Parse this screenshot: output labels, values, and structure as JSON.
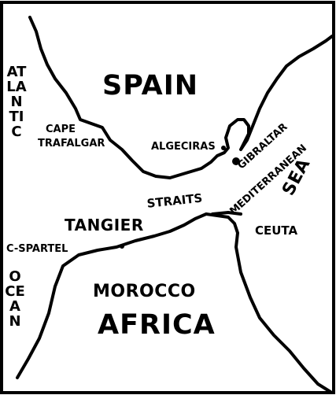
{
  "labels": {
    "spain": "SPAIN",
    "cape": "CAPE",
    "trafalgar": "TRAFALGAR",
    "algeciras": "ALGECIRAS",
    "gibraltar": "GIBRALTAR",
    "mediterranean": "MEDITERRANEAN",
    "sea": "SEA",
    "straits": "STRAITS",
    "tangier": "TANGIER",
    "ceuta": "CEUTA",
    "c_spartel": "C-SPARTEL",
    "morocco": "MOROCCO",
    "africa": "AFRICA",
    "atlantic": "ATLANTIC",
    "ocean": "OCEAN"
  },
  "colors": {
    "ink": "#000000",
    "paper": "#ffffff"
  }
}
